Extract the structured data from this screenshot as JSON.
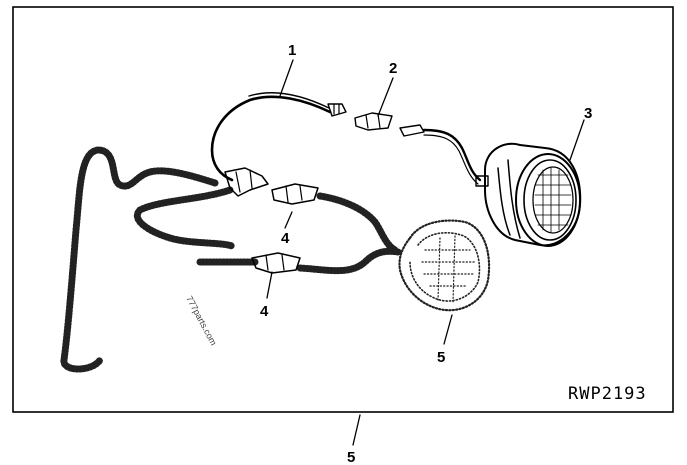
{
  "callouts": {
    "c1": "1",
    "c2": "2",
    "c3": "3",
    "c4a": "4",
    "c4b": "4",
    "c5a": "5",
    "c5b": "5"
  },
  "figure_code": "RWP2193",
  "watermark": "777parts.com",
  "colors": {
    "ink": "#000000",
    "paper": "#ffffff"
  }
}
